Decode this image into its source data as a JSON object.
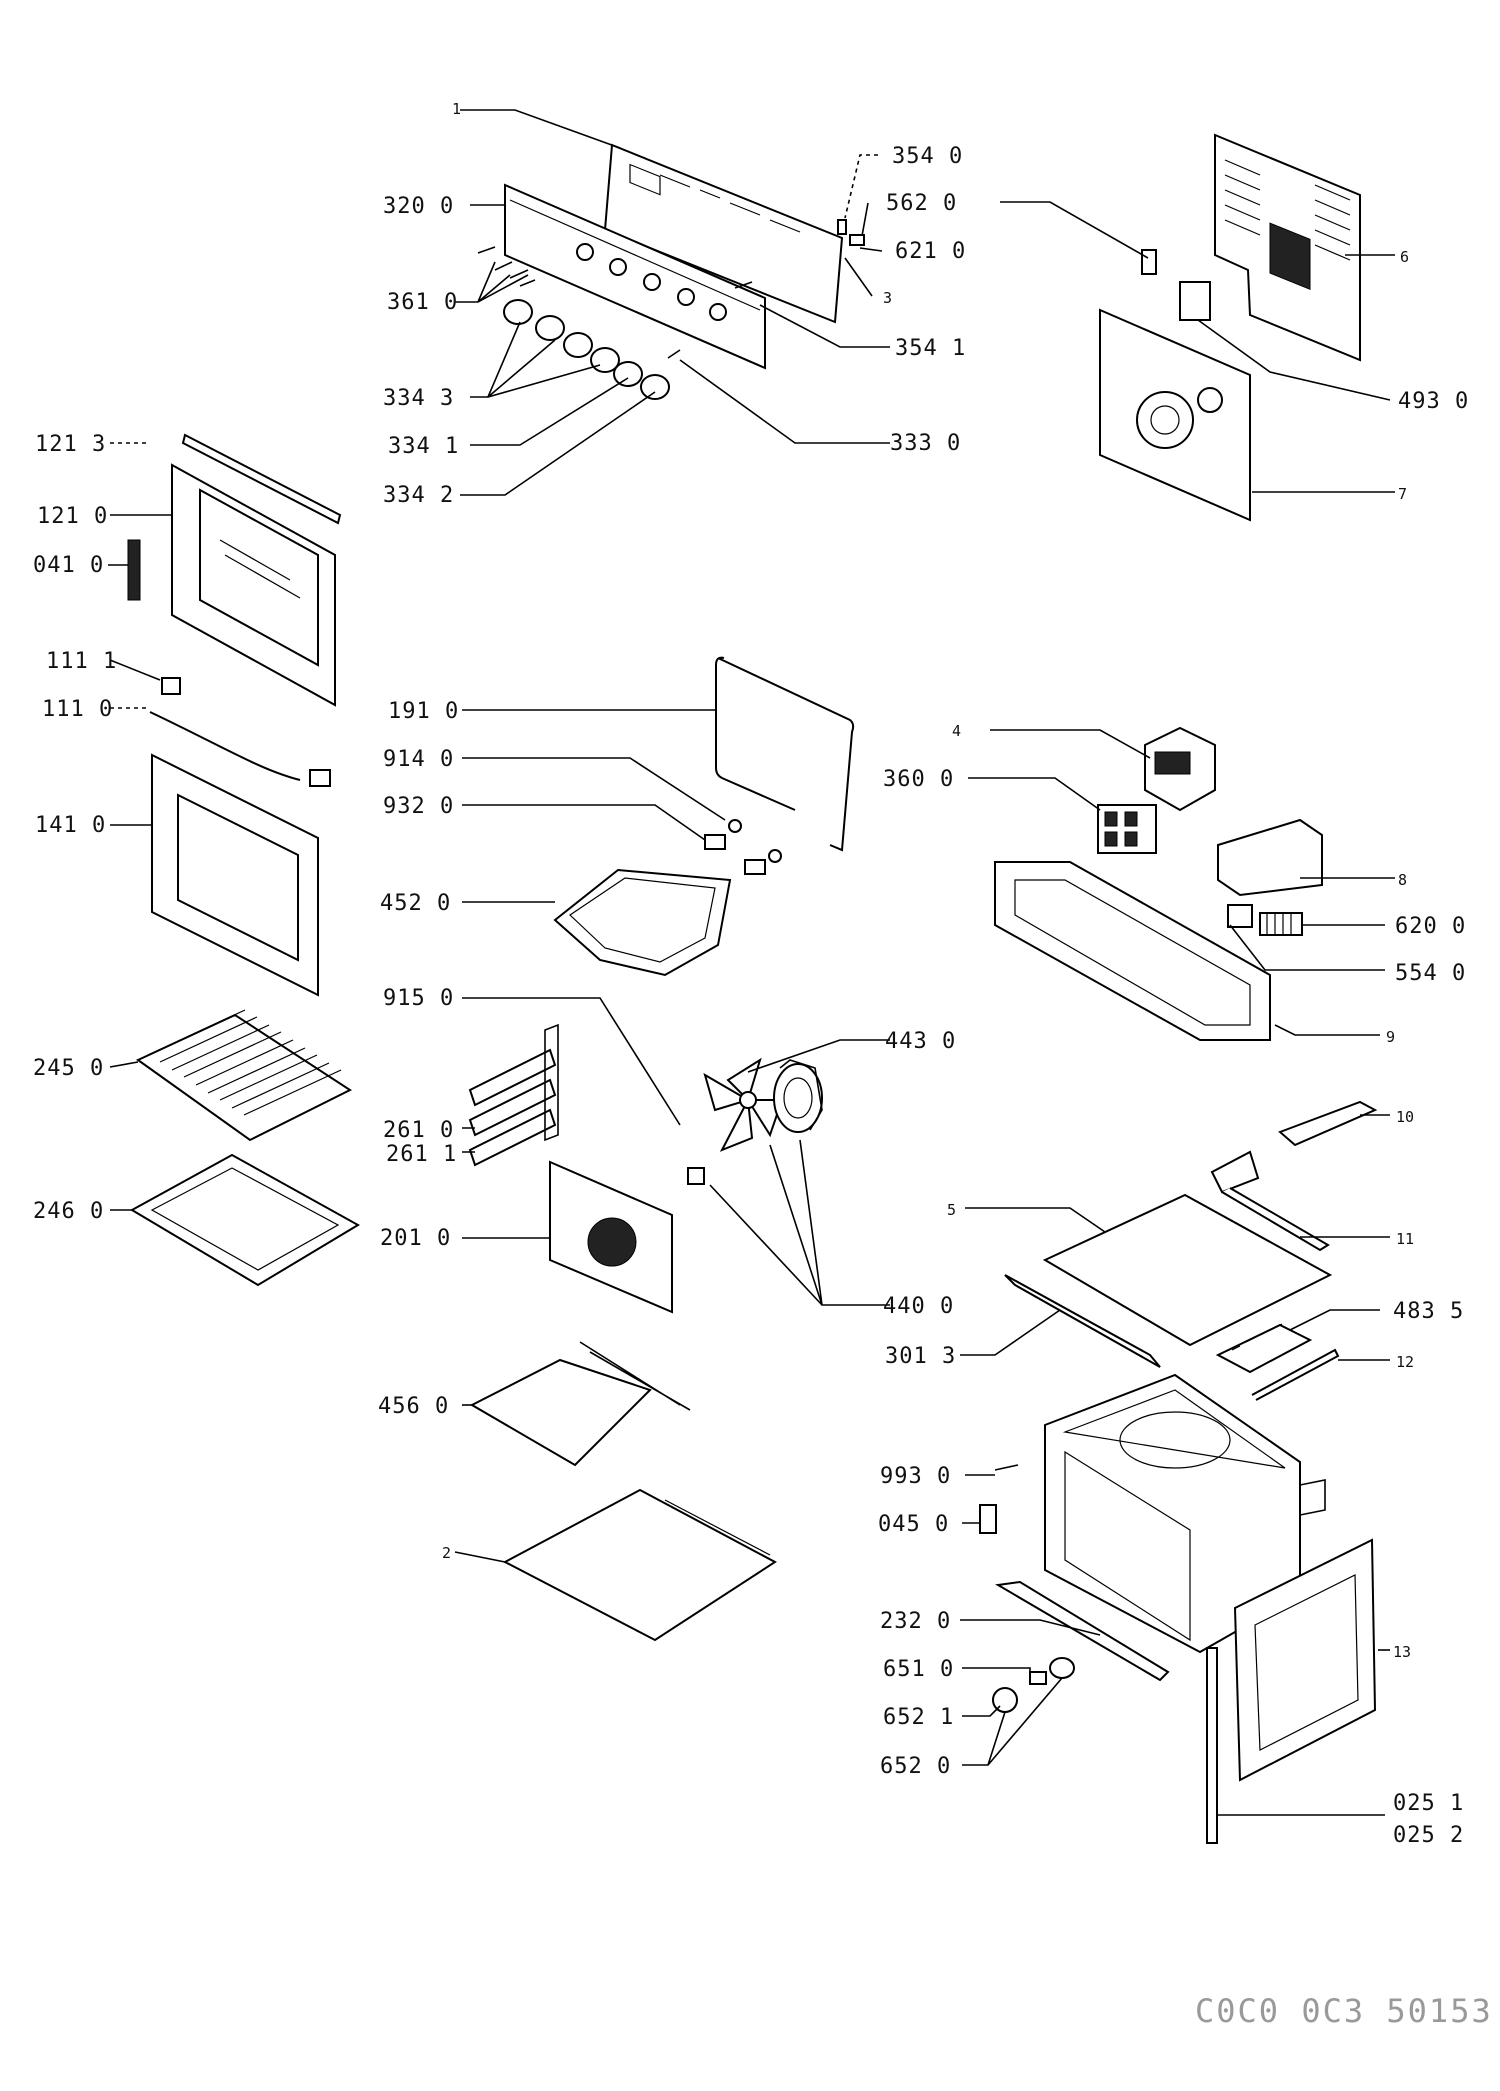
{
  "diagram": {
    "labels": {
      "p1": "1",
      "p2": "2",
      "p3": "3",
      "p4": "4",
      "p5": "5",
      "p6": "6",
      "p7": "7",
      "p8": "8",
      "p9": "9",
      "p10": "10",
      "p11": "11",
      "p12": "12",
      "p13": "13",
      "l3540": "354 0",
      "l5620": "562 0",
      "l6210": "621 0",
      "l3200": "320 0",
      "l3610": "361 0",
      "l3541": "354 1",
      "l3343": "334 3",
      "l3341": "334 1",
      "l3330": "333 0",
      "l3342": "334 2",
      "l4930": "493 0",
      "l1213": "121 3",
      "l1210": "121 0",
      "l0410": "041 0",
      "l1111": "111 1",
      "l1110": "111 0",
      "l1410": "141 0",
      "l2450": "245 0",
      "l2460": "246 0",
      "l1910": "191 0",
      "l9140": "914 0",
      "l9320": "932 0",
      "l4520": "452 0",
      "l9150": "915 0",
      "l2610": "261 0",
      "l2611": "261 1",
      "l2010": "201 0",
      "l4560": "456 0",
      "l4430": "443 0",
      "l4400": "440 0",
      "l3600": "360 0",
      "l6200": "620 0",
      "l5540": "554 0",
      "l4835": "483 5",
      "l3013": "301 3",
      "l9930": "993 0",
      "l0450": "045 0",
      "l2320": "232 0",
      "l6510": "651 0",
      "l6521": "652 1",
      "l6520": "652 0",
      "l0251": "025 1",
      "l0252": "025 2"
    },
    "document_code": "C0C0 0C3 50153"
  }
}
